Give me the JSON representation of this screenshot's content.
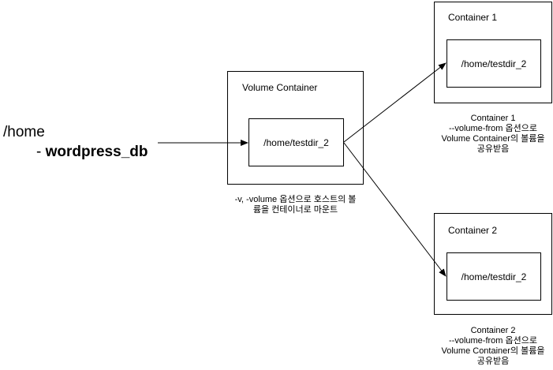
{
  "host": {
    "root": "/home",
    "child_prefix": "- ",
    "child_name": "wordpress_db"
  },
  "volume_container": {
    "title": "Volume Container",
    "path": "/home/testdir_2",
    "caption_line1": "-v, -volume 옵션으로 호스트의 볼",
    "caption_line2": "륨을 컨테이너로 마운트"
  },
  "container1": {
    "title": "Container 1",
    "path": "/home/testdir_2",
    "caption_line1": "Container 1",
    "caption_line2": "--volume-from 옵션으로",
    "caption_line3": "Volume Container의 볼륨을",
    "caption_line4": "공유받음"
  },
  "container2": {
    "title": "Container 2",
    "path": "/home/testdir_2",
    "caption_line1": "Container 2",
    "caption_line2": "--volume-from 옵션으로",
    "caption_line3": "Volume Container의 볼륨을",
    "caption_line4": "공유받음"
  },
  "colors": {
    "stroke": "#000000",
    "background": "#ffffff"
  }
}
